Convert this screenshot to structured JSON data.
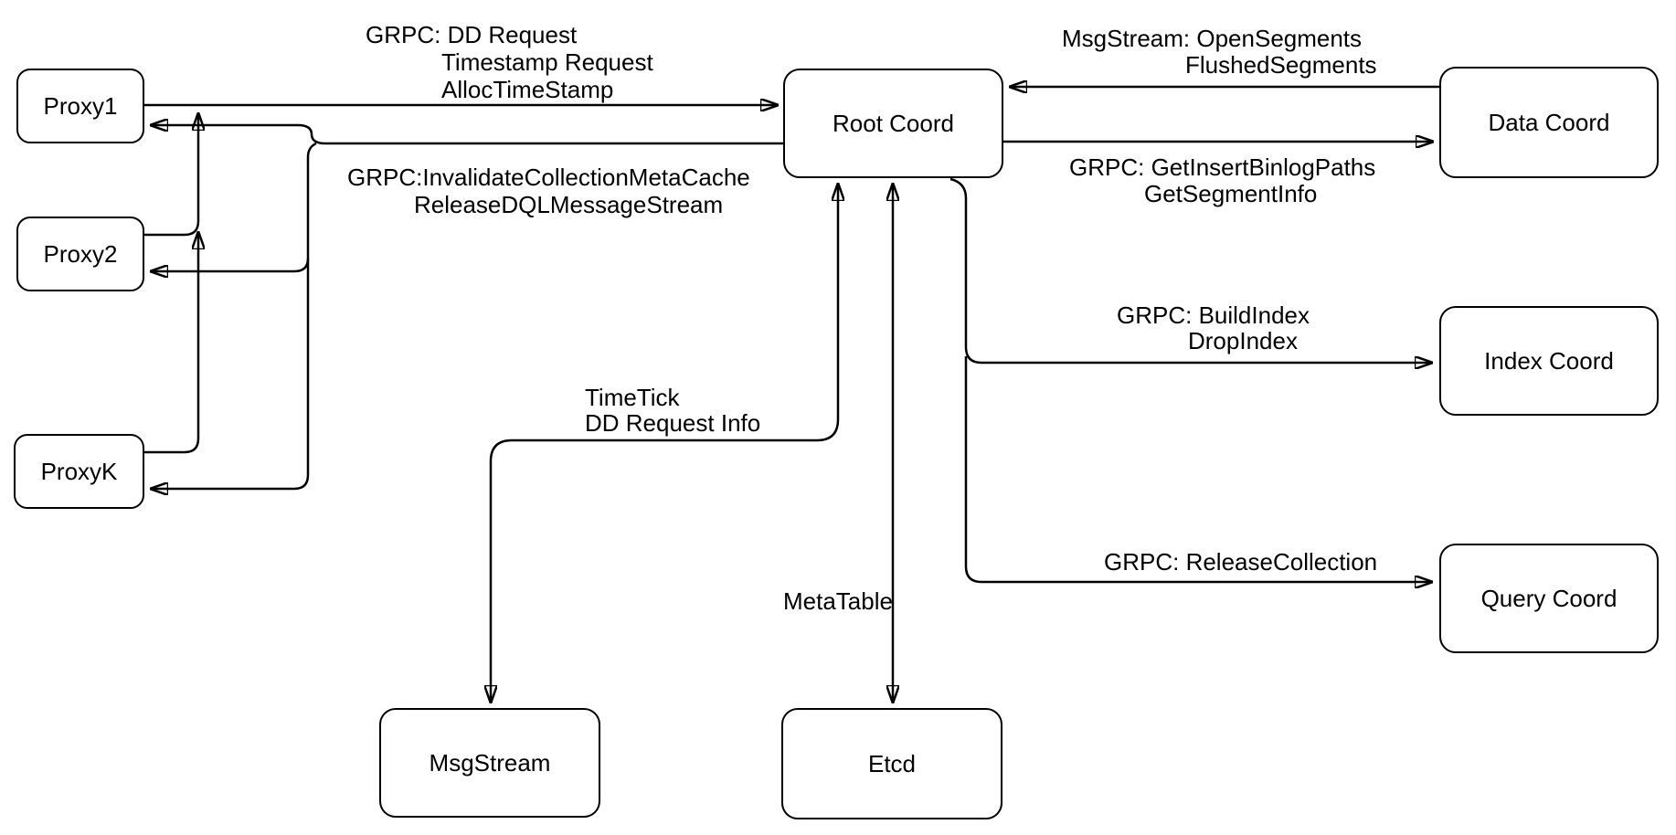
{
  "diagram": {
    "description": "Milvus Root Coord architecture diagram",
    "colors": {
      "background": "#ffffff",
      "stroke": "#000000",
      "text": "#000000",
      "box_fill": "#ffffff"
    },
    "nodes": [
      {
        "id": "proxy1",
        "label": "Proxy1"
      },
      {
        "id": "proxy2",
        "label": "Proxy2"
      },
      {
        "id": "proxyk",
        "label": "ProxyK"
      },
      {
        "id": "root",
        "label": "Root Coord"
      },
      {
        "id": "data",
        "label": "Data Coord"
      },
      {
        "id": "index",
        "label": "Index Coord"
      },
      {
        "id": "query",
        "label": "Query Coord"
      },
      {
        "id": "msgstream",
        "label": "MsgStream"
      },
      {
        "id": "etcd",
        "label": "Etcd"
      }
    ],
    "edges": [
      {
        "id": "proxies-to-root",
        "from": "Proxy1, Proxy2, ProxyK",
        "to": "Root Coord",
        "arrows": "forward",
        "label_lines": [
          "GRPC: DD Request",
          "Timestamp Request",
          "AllocTimeStamp"
        ]
      },
      {
        "id": "root-to-proxies",
        "from": "Root Coord",
        "to": "Proxy1, Proxy2, ProxyK",
        "arrows": "forward",
        "label_lines": [
          "GRPC:InvalidateCollectionMetaCache",
          "ReleaseDQLMessageStream"
        ]
      },
      {
        "id": "data-to-root",
        "from": "Data Coord",
        "to": "Root Coord",
        "arrows": "forward",
        "label_lines": [
          "MsgStream: OpenSegments",
          "FlushedSegments"
        ]
      },
      {
        "id": "root-to-data",
        "from": "Root Coord",
        "to": "Data Coord",
        "arrows": "forward",
        "label_lines": [
          "GRPC: GetInsertBinlogPaths",
          "GetSegmentInfo"
        ]
      },
      {
        "id": "root-to-index",
        "from": "Root Coord",
        "to": "Index Coord",
        "arrows": "forward",
        "label_lines": [
          "GRPC: BuildIndex",
          "DropIndex"
        ]
      },
      {
        "id": "root-to-query",
        "from": "Root Coord",
        "to": "Query Coord",
        "arrows": "forward",
        "label_lines": [
          "GRPC: ReleaseCollection"
        ]
      },
      {
        "id": "root-msgstream",
        "from": "Root Coord",
        "to": "MsgStream",
        "arrows": "both",
        "label_lines": [
          "TimeTick",
          "DD Request Info"
        ]
      },
      {
        "id": "root-etcd",
        "from": "Root Coord",
        "to": "Etcd",
        "arrows": "both",
        "label_lines": [
          "MetaTable"
        ]
      }
    ]
  }
}
